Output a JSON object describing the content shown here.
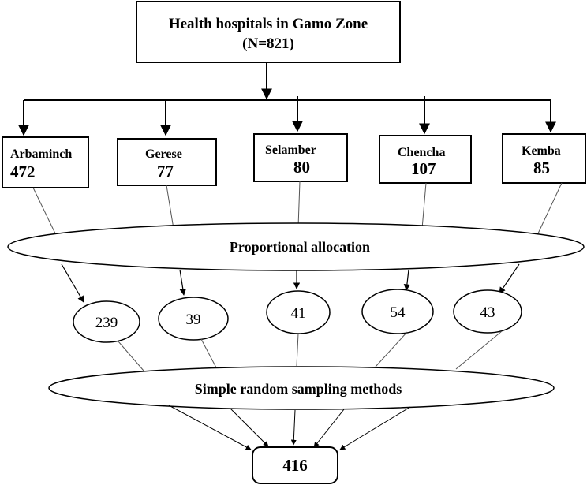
{
  "top": {
    "title": "Health hospitals in Gamo Zone",
    "subtitle": "(N=821)"
  },
  "districts": [
    {
      "name": "Arbaminch",
      "count": "472"
    },
    {
      "name": "Gerese",
      "count": "77"
    },
    {
      "name": "Selamber",
      "count": "80"
    },
    {
      "name": "Chencha",
      "count": "107"
    },
    {
      "name": "Kemba",
      "count": "85"
    }
  ],
  "allocation_label": "Proportional allocation",
  "samples": [
    "239",
    "39",
    "41",
    "54",
    "43"
  ],
  "sampling_label": "Simple random sampling methods",
  "total": "416"
}
